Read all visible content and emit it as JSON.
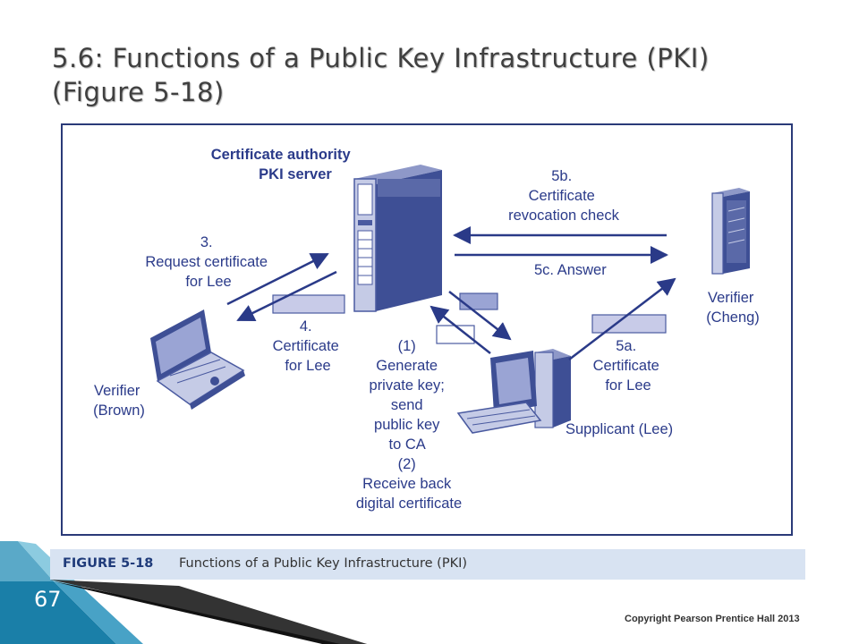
{
  "slide": {
    "title_line1": "5.6: Functions of a Public Key Infrastructure (PKI)",
    "title_line2": "(Figure 5-18)",
    "slide_number": "67",
    "copyright": "Copyright Pearson Prentice Hall 2013"
  },
  "figure": {
    "ca_label_line1": "Certificate authority",
    "ca_label_line2": "PKI server",
    "step3": [
      "3.",
      "Request certificate",
      "for Lee"
    ],
    "step4": [
      "4.",
      "Certificate",
      "for Lee"
    ],
    "step1_2": [
      "(1)",
      "Generate",
      "private key;",
      "send",
      "public key",
      "to CA",
      "(2)",
      "Receive back",
      "digital certificate"
    ],
    "step5b": [
      "5b.",
      "Certificate",
      "revocation check"
    ],
    "step5c": "5c. Answer",
    "step5a": [
      "5a.",
      "Certificate",
      "for Lee"
    ],
    "verifier_brown": [
      "Verifier",
      "(Brown)"
    ],
    "verifier_cheng": [
      "Verifier",
      "(Cheng)"
    ],
    "supplicant": "Supplicant (Lee)",
    "caption_number": "FIGURE 5-18",
    "caption_text": "Functions of a Public Key Infrastructure (PKI)",
    "colors": {
      "text": "#2b3b8a",
      "frame": "#2a3a78",
      "device": "#4a5aa0",
      "device_light": "#c5cbe6",
      "cert": "#c8cbe8"
    }
  }
}
